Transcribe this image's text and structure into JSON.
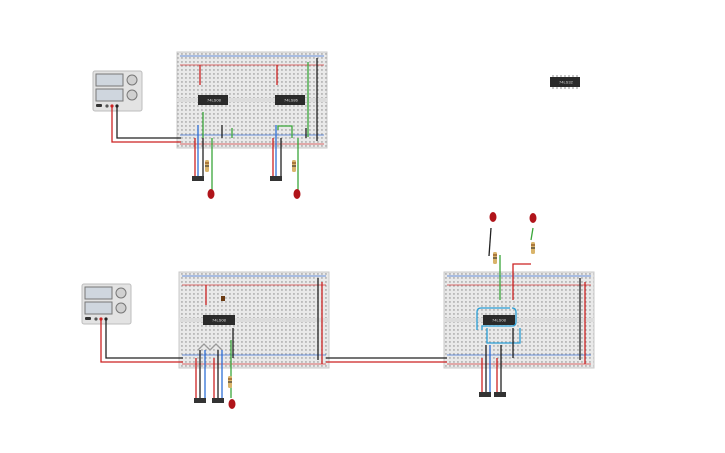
{
  "canvas": {
    "background": "#ffffff"
  },
  "colors": {
    "breadboard": "#e9e9e9",
    "breadboard_border": "#c8c8c8",
    "hole": "#8a8a8a",
    "rail_red": "#d33b3b",
    "rail_blue": "#3b6fd3",
    "chip": "#2a2a2a",
    "wire_red": "#cc2222",
    "wire_black": "#222222",
    "wire_green": "#3aa63a",
    "wire_blue": "#2f6fd6",
    "wire_cyan": "#2a9fd6",
    "led_red": "#b0141a",
    "resistor": "#d9b46a",
    "power_supply": "#e3e3e3",
    "button": "#333333"
  },
  "icons": {
    "power_supply": "power-supply-icon",
    "breadboard": "breadboard-icon",
    "ic": "ic-chip-icon",
    "led": "led-icon",
    "resistor": "resistor-icon",
    "switch": "push-button-icon"
  },
  "chips": {
    "top_left": "74LS08",
    "top_right": "74LS86",
    "bottom_left": "74LS08",
    "bottom_right": "74LS08",
    "loose": "74LS32"
  }
}
